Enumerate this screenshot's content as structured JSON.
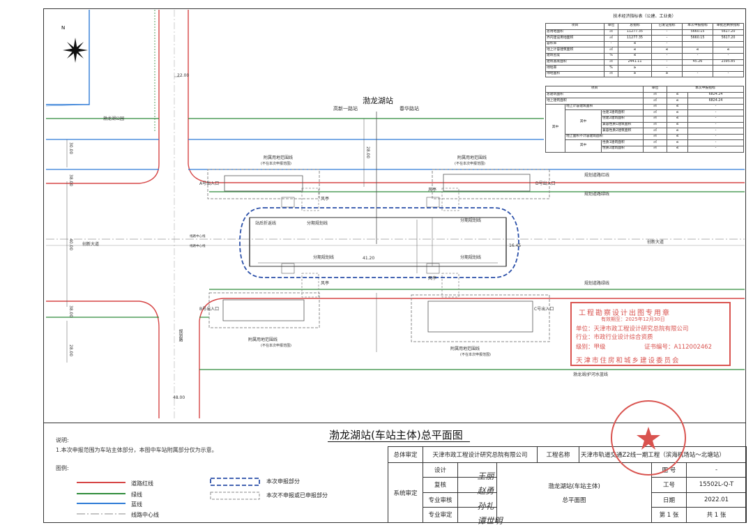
{
  "drawing": {
    "title": "渤龙湖站(车站主体)总平面图",
    "station_name": "渤龙湖站",
    "prev_station": "高新一路站",
    "next_station": "春华路站",
    "park_label": "渤龙湖公园",
    "road_main": "创新大道",
    "road_main_right": "创新大道",
    "road_vertical": "规划路",
    "station_center_label": "站后折返线",
    "station_length": "41.20",
    "station_width": "16.45",
    "dims": [
      "22.00",
      "30.00",
      "38.00",
      "40.00",
      "38.00",
      "28.00",
      "28.00",
      "48.00"
    ],
    "exits": {
      "a": "A号出入口",
      "b": "B号出入口",
      "c": "C号出入口",
      "d": "D号出入口"
    },
    "annex_label": "附属用地范围线",
    "annex_note": "(不在本次申报范围)",
    "zone_label": "分期规划线",
    "red_line_label": "规划道路红线",
    "green_line_label": "规划道路绿线",
    "blue_line_label": "渤龙湖/护河水蓝线",
    "air_shaft": "风亭",
    "line_center": "线路中心线"
  },
  "indicator_table": {
    "title": "技术经济指标表（公建、工业类）",
    "header": [
      "项目",
      "单位",
      "总指标",
      "已发证指标",
      "本次申报指标",
      "审批后剩余指标"
    ],
    "rows": [
      [
        "总用地面积",
        "㎡",
        "11277.35",
        "-",
        "5660.15",
        "5617.20"
      ],
      [
        "界内建设用地面积",
        "㎡",
        "11277.35",
        "-",
        "5660.15",
        "5617.20"
      ],
      [
        "容积率",
        "-",
        "≤",
        "-",
        "",
        ""
      ],
      [
        "地上计容建筑面积",
        "㎡",
        "≤",
        "≤",
        "≤",
        "≤"
      ],
      [
        "建筑密度",
        "%",
        "≤",
        "-",
        "-",
        "-"
      ],
      [
        "建筑基底面积",
        "㎡",
        "2441.11",
        "-",
        "45.26",
        "2395.85"
      ],
      [
        "绿地率",
        "%",
        "≥",
        "-",
        "",
        ""
      ],
      [
        "绿地面积",
        "㎡",
        "≥",
        "≥",
        "-",
        "-"
      ]
    ],
    "sub_header": [
      "项目",
      "单位",
      "本次申报指标"
    ],
    "sub_rows": [
      [
        "总建筑面积",
        "",
        "",
        "㎡",
        "≤",
        "6824.24"
      ],
      [
        "地上建筑面积",
        "",
        "",
        "㎡",
        "≤",
        "6824.24"
      ],
      [
        "其中",
        "地上计容建筑面积",
        "",
        "㎡",
        "≤",
        "-"
      ],
      [
        "",
        "其中",
        "住建1建筑面积",
        "㎡",
        "≤",
        "-"
      ],
      [
        "",
        "",
        "住建2建筑面积",
        "㎡",
        "≤",
        "-"
      ],
      [
        "",
        "",
        "兼容性质1建筑面积",
        "㎡",
        "≤",
        "-"
      ],
      [
        "",
        "",
        "兼容性质2建筑面积",
        "㎡",
        "≤",
        "-"
      ],
      [
        "",
        "地上面积不计容建筑面积",
        "",
        "㎡",
        "≤",
        "-"
      ],
      [
        "",
        "其中",
        "性质1建筑面积",
        "㎡",
        "≤",
        "-"
      ],
      [
        "",
        "",
        "性质2建筑面积",
        "㎡",
        "≤",
        "-"
      ]
    ]
  },
  "notes": {
    "title": "说明:",
    "items": [
      "1.本次申报范围为车站主体部分，本图中车站附属部分仅为示意。"
    ]
  },
  "legend": {
    "title": "图例:",
    "items": [
      {
        "label": "道路红线",
        "color": "#d64545"
      },
      {
        "label": "绿线",
        "color": "#2e8b3a"
      },
      {
        "label": "蓝线",
        "color": "#2f7bd6"
      },
      {
        "label": "线路中心线",
        "color": "#8a8a8a"
      },
      {
        "label": "本次申报部分",
        "color": "#2a4fa8"
      },
      {
        "label": "本次不申报或已申报部分",
        "color": "#8a8a8a"
      }
    ]
  },
  "title_block": {
    "total_review": "总体审定",
    "company": "天津市政工程设计研究总院有限公司",
    "project_label": "工程名称",
    "project_name": "天津市轨道交通Z2线一期工程（滨海机场站～北塘站）",
    "system_review": "系统审定",
    "design": "设计",
    "check": "复核",
    "major_lead": "专业审核",
    "major_review": "专业审定",
    "drawing_name_1": "渤龙湖站(车站主体)",
    "drawing_name_2": "总平面图",
    "drawing_no_label": "工号",
    "drawing_no": "15502L-Q-T",
    "date_label": "日期",
    "date": "2022.01",
    "sheet": "第 1 张",
    "total": "共 1 张",
    "stage_label": "图 号",
    "stage_value": "-"
  },
  "seal": {
    "line1": "工程勘察设计出图专用章",
    "line2": "有效期至：2025年12月30日",
    "line3": "单位：天津市政工程设计研究总院有限公司",
    "line4": "行业：市政行业设计综合资质",
    "line5": "级别：甲级",
    "line6": "证书编号：A112002462",
    "line7": "天津市住房和城乡建设委员会"
  }
}
